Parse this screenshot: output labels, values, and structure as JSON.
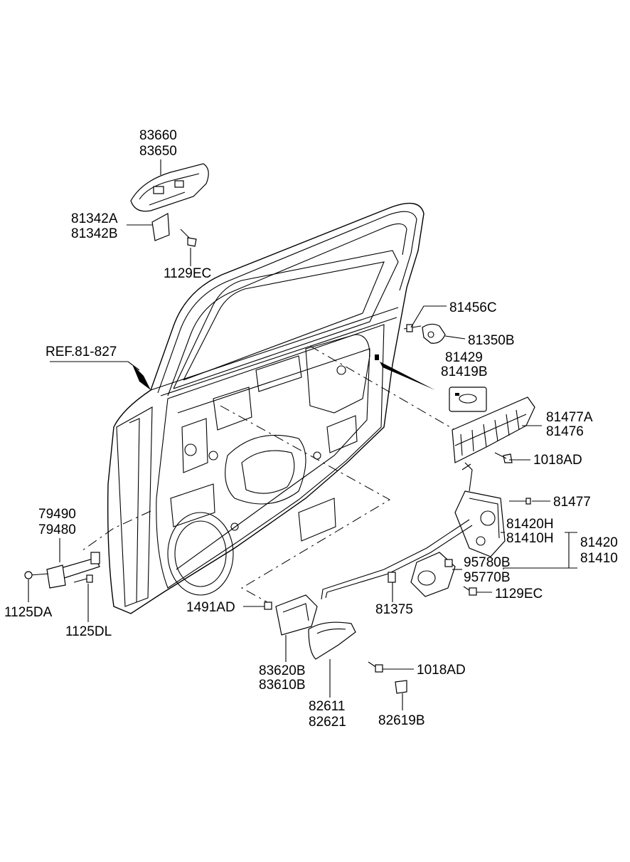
{
  "labels": {
    "l83660": "83660",
    "l83650": "83650",
    "l81342A": "81342A",
    "l81342B": "81342B",
    "l1129EC_top": "1129EC",
    "l81456C": "81456C",
    "l81350B": "81350B",
    "l81429": "81429",
    "l81419B": "81419B",
    "lREF": "REF.81-827",
    "l81477A": "81477A",
    "l81476": "81476",
    "l1018AD_right": "1018AD",
    "l81477": "81477",
    "l81420H": "81420H",
    "l81410H": "81410H",
    "l81420": "81420",
    "l81410": "81410",
    "l95780B": "95780B",
    "l95770B": "95770B",
    "l1129EC_low": "1129EC",
    "l79490": "79490",
    "l79480": "79480",
    "l1125DA": "1125DA",
    "l1125DL": "1125DL",
    "l1491AD": "1491AD",
    "l81375": "81375",
    "l83620B": "83620B",
    "l83610B": "83610B",
    "l1018AD_low": "1018AD",
    "l82611": "82611",
    "l82621": "82621",
    "l82619B": "82619B"
  }
}
